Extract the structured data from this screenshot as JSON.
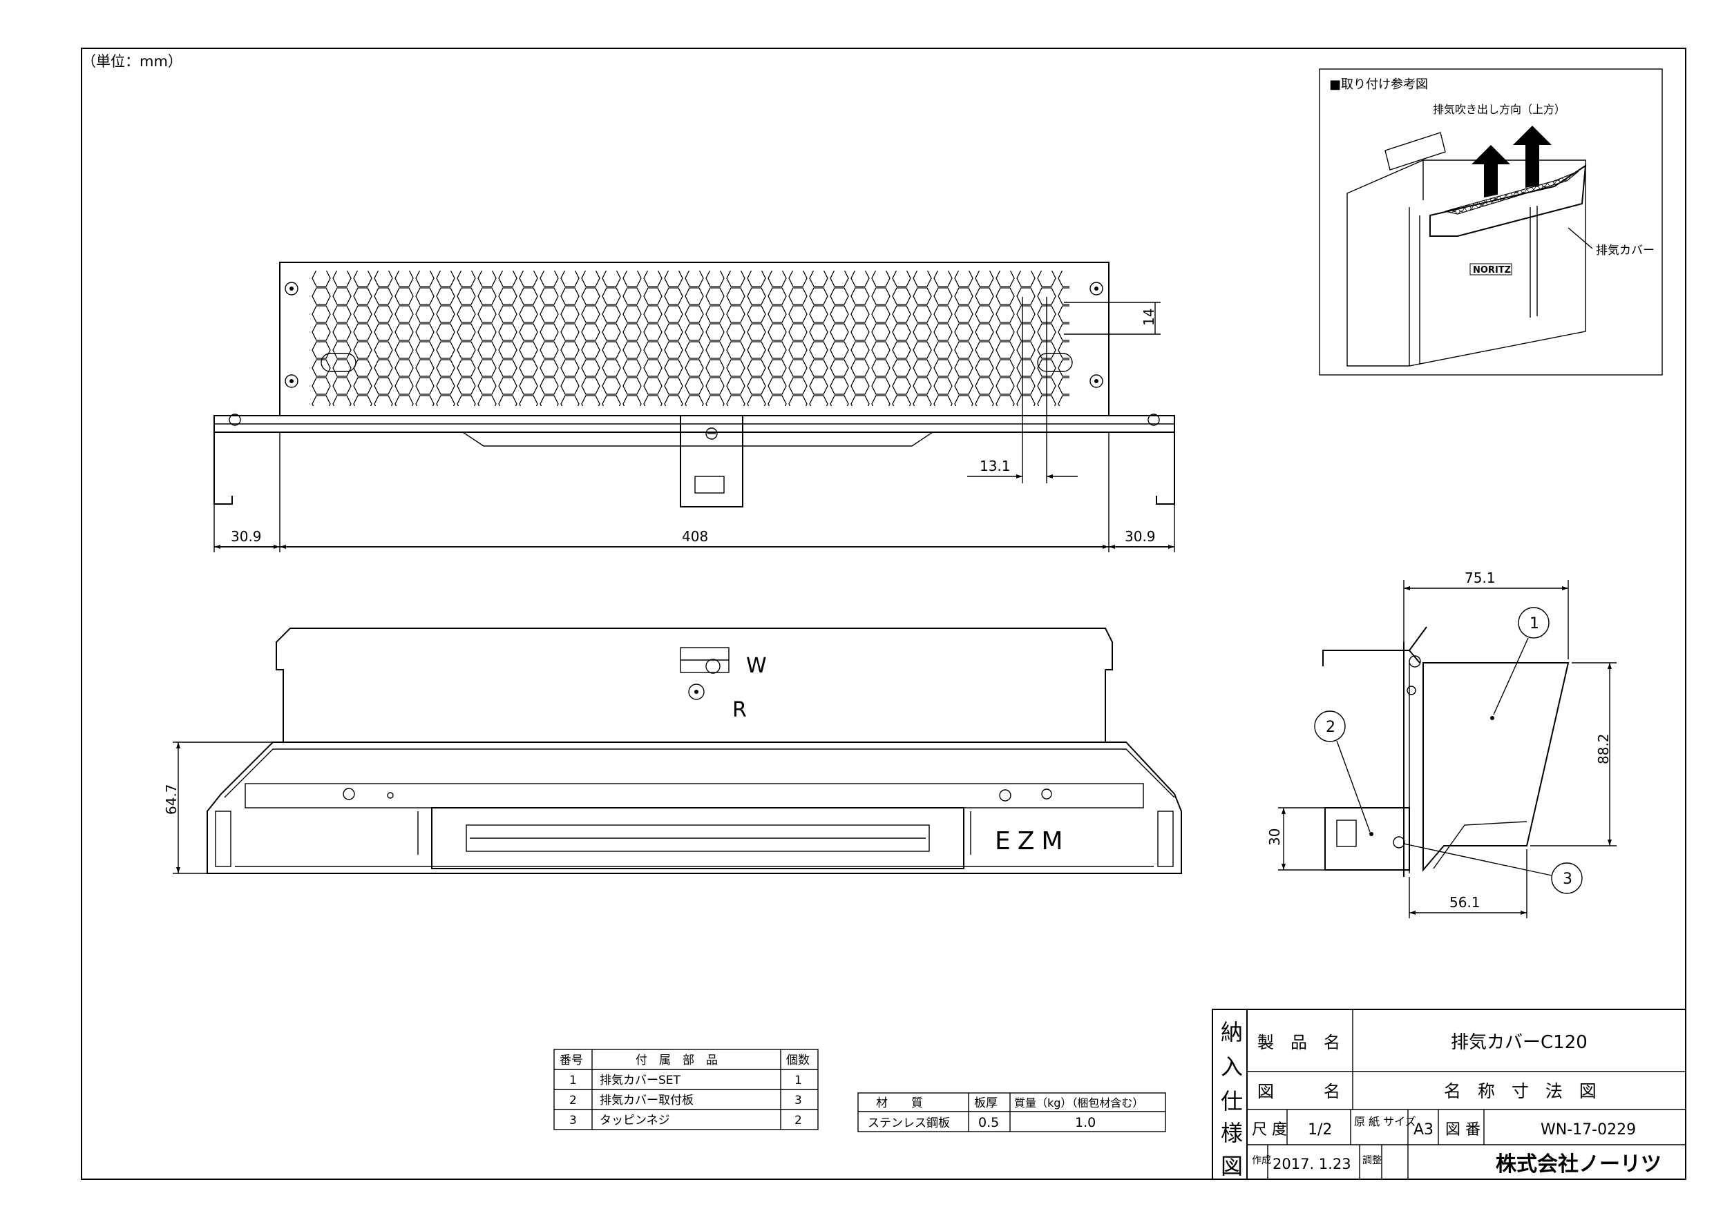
{
  "unit_note": "（単位：mm）",
  "reference": {
    "title": "■取り付け参考図",
    "exhaust_direction": "排気吹き出し方向（上方）",
    "cover_label": "排気カバー",
    "brand_mark": "NORITZ"
  },
  "front_view": {
    "dim_left": "30.9",
    "dim_width": "408",
    "dim_right": "30.9",
    "dim_hex": "14",
    "dim_offset": "13.1"
  },
  "top_view": {
    "mark_w": "W",
    "mark_r": "R",
    "model_mark": "EZM",
    "dim_height": "64.7"
  },
  "side_view": {
    "dim_top": "75.1",
    "dim_right": "88.2",
    "dim_left": "30",
    "dim_bottom": "56.1",
    "balloons": [
      "1",
      "2",
      "3"
    ]
  },
  "parts_table": {
    "headers": [
      "番号",
      "付　属　部　品",
      "個数"
    ],
    "rows": [
      [
        "1",
        "排気カバーSET",
        "1"
      ],
      [
        "2",
        "排気カバー取付板",
        "3"
      ],
      [
        "3",
        "タッピンネジ",
        "2"
      ]
    ]
  },
  "material_table": {
    "headers": [
      "材　　質",
      "板厚",
      "質量（kg）（梱包材含む）"
    ],
    "row": [
      "ステンレス鋼板",
      "0.5",
      "1.0"
    ]
  },
  "title_block": {
    "side_label": [
      "納",
      "入",
      "仕",
      "様",
      "図"
    ],
    "product_label": "製　品　名",
    "product_name": "排気カバーC120",
    "drawing_label": "図　　　名",
    "drawing_name": "名 称 寸 法 図",
    "scale_label": "尺 度",
    "scale_value": "1/2",
    "paper_label": "原 紙 サイズ",
    "paper_value": "A3",
    "number_label": "図 番",
    "number_value": "WN-17-0229",
    "created_label": "作成",
    "created_value": "2017. 1.23",
    "adjust_label": "調整",
    "company": "株式会社ノーリツ"
  }
}
